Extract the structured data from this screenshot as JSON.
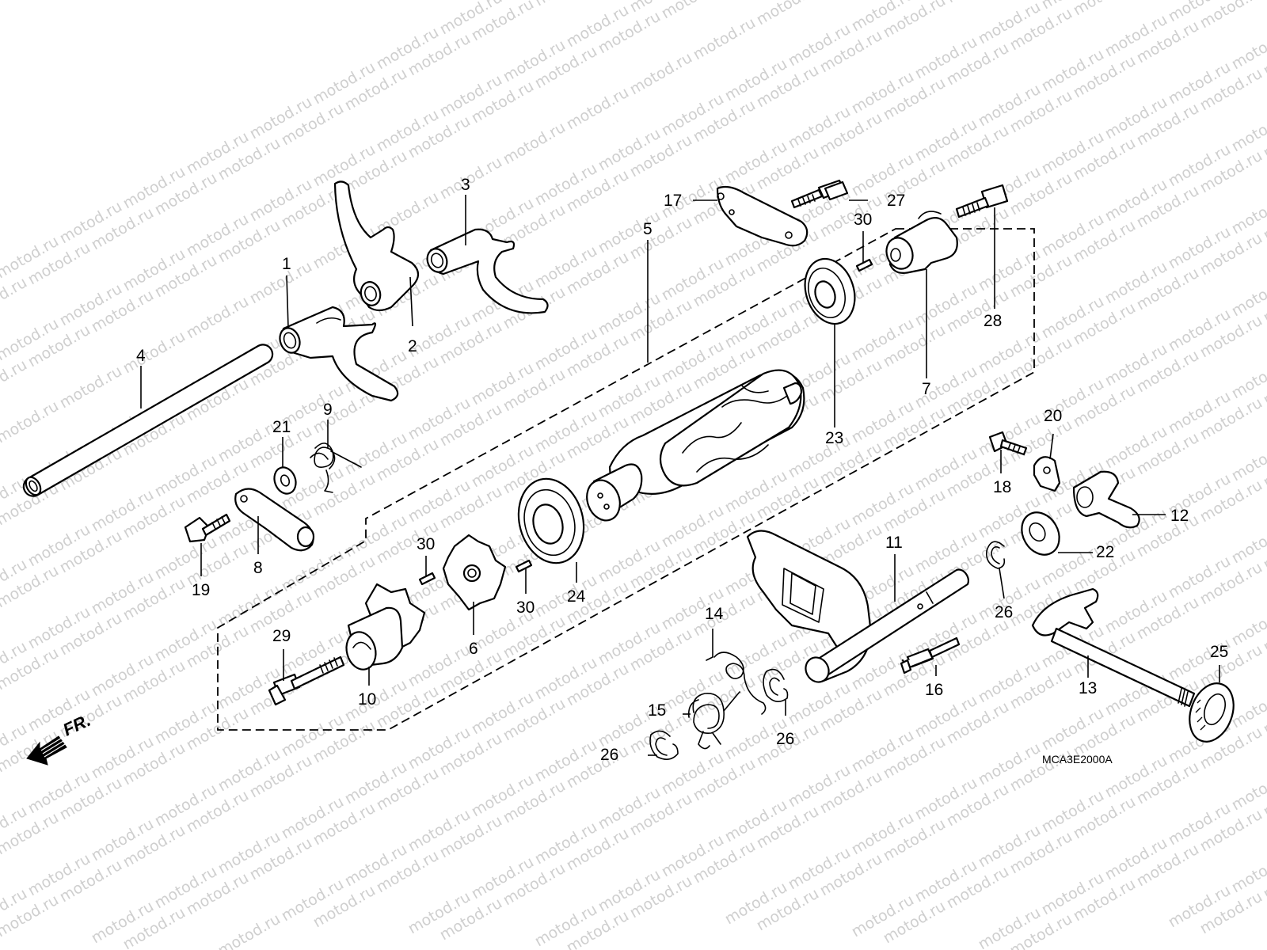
{
  "watermark": {
    "text": "motod.ru",
    "color": "#cfcfcf"
  },
  "diagram_code": "MCA3E2000A",
  "front_marker": {
    "label": "FR.",
    "icon": "front-direction-arrow-icon"
  },
  "callouts": [
    {
      "id": "c1",
      "label": "1"
    },
    {
      "id": "c2",
      "label": "2"
    },
    {
      "id": "c3",
      "label": "3"
    },
    {
      "id": "c4",
      "label": "4"
    },
    {
      "id": "c5",
      "label": "5"
    },
    {
      "id": "c6",
      "label": "6"
    },
    {
      "id": "c7",
      "label": "7"
    },
    {
      "id": "c8",
      "label": "8"
    },
    {
      "id": "c9",
      "label": "9"
    },
    {
      "id": "c10",
      "label": "10"
    },
    {
      "id": "c11",
      "label": "11"
    },
    {
      "id": "c12",
      "label": "12"
    },
    {
      "id": "c13",
      "label": "13"
    },
    {
      "id": "c14",
      "label": "14"
    },
    {
      "id": "c15",
      "label": "15"
    },
    {
      "id": "c16",
      "label": "16"
    },
    {
      "id": "c17",
      "label": "17"
    },
    {
      "id": "c18",
      "label": "18"
    },
    {
      "id": "c19",
      "label": "19"
    },
    {
      "id": "c20",
      "label": "20"
    },
    {
      "id": "c21",
      "label": "21"
    },
    {
      "id": "c22",
      "label": "22"
    },
    {
      "id": "c23",
      "label": "23"
    },
    {
      "id": "c24",
      "label": "24"
    },
    {
      "id": "c25",
      "label": "25"
    },
    {
      "id": "c26a",
      "label": "26"
    },
    {
      "id": "c26b",
      "label": "26"
    },
    {
      "id": "c26c",
      "label": "26"
    },
    {
      "id": "c27",
      "label": "27"
    },
    {
      "id": "c28",
      "label": "28"
    },
    {
      "id": "c29",
      "label": "29"
    },
    {
      "id": "c30a",
      "label": "30"
    },
    {
      "id": "c30b",
      "label": "30"
    },
    {
      "id": "c30c",
      "label": "30"
    }
  ]
}
